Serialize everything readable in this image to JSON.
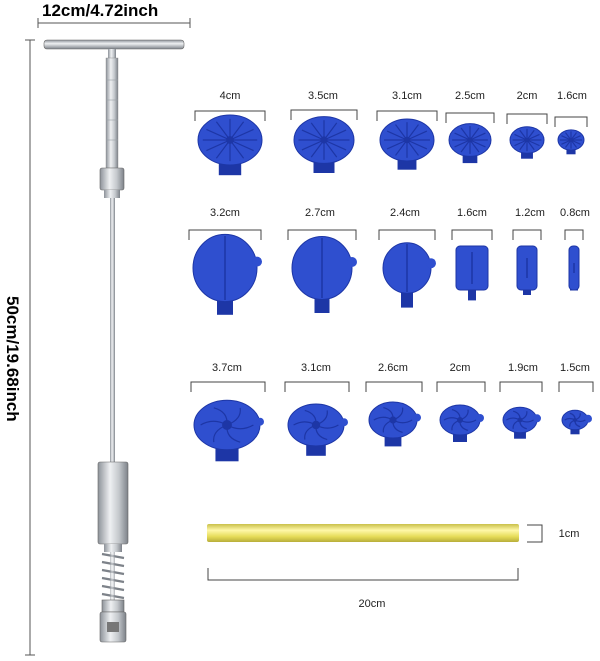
{
  "tool": {
    "width_label": "12cm/4.72inch",
    "height_label": "50cm/19.68inch"
  },
  "tabs": {
    "row1": [
      "4cm",
      "3.5cm",
      "3.1cm",
      "2.5cm",
      "2cm",
      "1.6cm"
    ],
    "row2": [
      "3.2cm",
      "2.7cm",
      "2.4cm",
      "1.6cm",
      "1.2cm",
      "0.8cm"
    ],
    "row3": [
      "3.7cm",
      "3.1cm",
      "2.6cm",
      "2cm",
      "1.9cm",
      "1.5cm"
    ]
  },
  "glue_stick": {
    "diameter_label": "1cm",
    "length_label": "20cm"
  },
  "colors": {
    "tab_blue": "#2f4fcf",
    "tab_dark": "#1d36a6",
    "glue_yellow": "#e8e060",
    "steel": "#b8bcc2"
  }
}
